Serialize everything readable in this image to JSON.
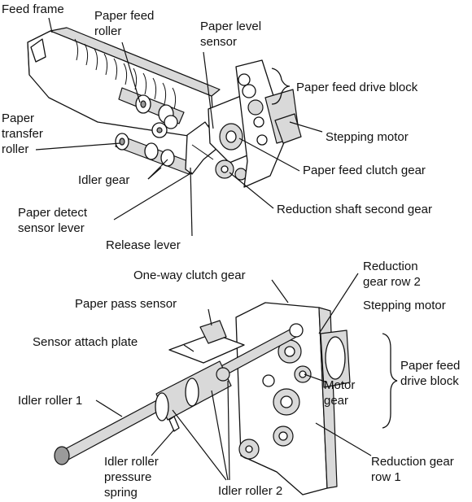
{
  "diagram": {
    "top_assembly": {
      "labels": {
        "feed_frame": "Feed frame",
        "paper_feed_roller": [
          "Paper feed",
          "roller"
        ],
        "paper_level_sensor": [
          "Paper level",
          "sensor"
        ],
        "paper_feed_drive_block": "Paper feed drive block",
        "stepping_motor": "Stepping motor",
        "paper_transfer_roller": [
          "Paper",
          "transfer",
          "roller"
        ],
        "paper_feed_clutch_gear": "Paper feed clutch gear",
        "idler_gear": "Idler gear",
        "reduction_shaft_second_gear": "Reduction shaft second gear",
        "paper_detect_sensor_lever": [
          "Paper detect",
          "sensor lever"
        ],
        "release_lever": "Release lever"
      }
    },
    "bottom_assembly": {
      "labels": {
        "one_way_clutch_gear": "One-way clutch gear",
        "reduction_gear_row_2": [
          "Reduction",
          "gear row 2"
        ],
        "stepping_motor": "Stepping motor",
        "paper_pass_sensor": "Paper pass sensor",
        "sensor_attach_plate": "Sensor attach plate",
        "paper_feed_drive_block": [
          "Paper feed",
          "drive block"
        ],
        "motor_gear": [
          "Motor",
          "gear"
        ],
        "idler_roller_1": "Idler roller 1",
        "idler_roller_pressure_spring": [
          "Idler roller",
          "pressure",
          "spring"
        ],
        "idler_roller_2": "Idler roller 2",
        "reduction_gear_row_1": [
          "Reduction gear",
          "row 1"
        ]
      }
    }
  }
}
